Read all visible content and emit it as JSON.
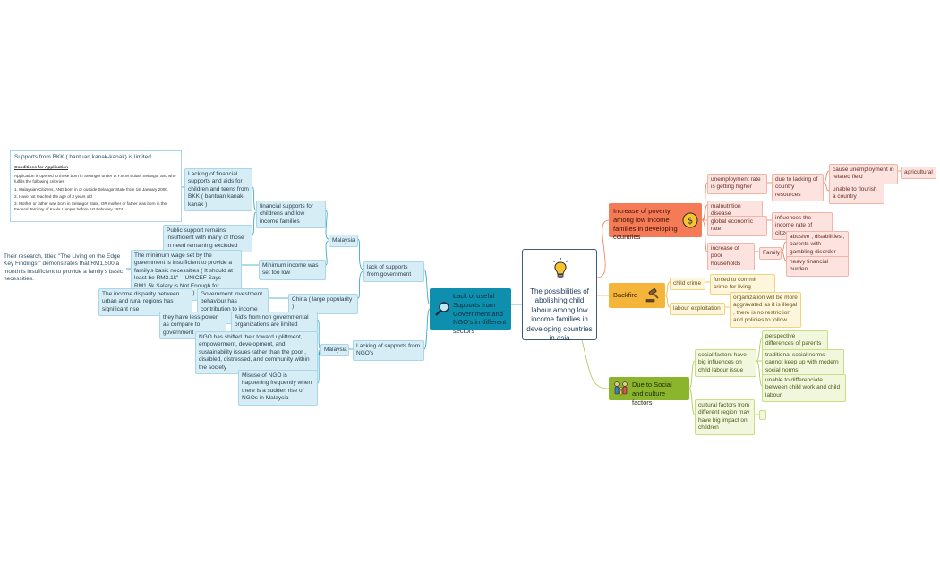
{
  "central": {
    "title": "The possibilities of abolishing child labour among low income families in developing countries in asia",
    "icon": "lightbulb-icon"
  },
  "branches": {
    "lack_support": {
      "title": "Lack of useful Supports from Government and NGO's in different sectors",
      "icon": "magnifier-icon",
      "gov": {
        "label": "lack of supports from government",
        "malaysia": "Malaysia",
        "financial": "financial supports for childrens and low income families",
        "lacking_aids": "Lacking of financial supports and aids for children and teens from BKK ( bantuan kanak-kanak )",
        "public_support": "Public support remains insufficient with many of those in need remaining excluded",
        "bkk": {
          "title": "Supports from BKK ( bantuan kanak-kanak) is limited",
          "heading": "Conditions for Application",
          "intro": "Application is opened to those born in Selangor under D.Y.M.M Sultan Selangor and who fulfills the following criteries",
          "c1": "1. Malaysian Citizens, AND born in or outside Selangor State from 1st January 2000.",
          "c2": "2. Have not reached the age of 3 years old",
          "c3": "3. Mother or father was born in Selangor State, OR mother or father was born in the Federal Territory of Kuala Lumpur before 1st February 1974."
        },
        "min_income": "Minimum income was set too low",
        "min_wage": "The minimum wage set by the government is insufficient to provide a family's basic necessities ( It should at least be RM2.1k\" – UNICEF Says RM1.5k Salary is Not Enough for Struggling Malaysians )",
        "research": "Their research, titled \"The Living on the Edge Key Findings,\" demonstrates that RM1,500 a month is insufficient to provide a family's basic necessities.",
        "china": "China ( large popularity )",
        "gov_invest": "Government investment behaviour has contribution to income inequality",
        "disparity": "The income disparity between urban and rural regions has significant rise"
      },
      "ngo": {
        "label": "Lacking of supports from NGO's",
        "malaysia": "Malaysia",
        "aids": "Aid's from non governmental organizations  are limited",
        "less_power": "they have less power as compare to government",
        "shifted": "NGO has shifted their toward upliftment, empowerment, development, and sustainability issues rather than the poor , disabled, distressed, and community within the society",
        "misuse": "Misuse of NGO is happening frequently when there is a sudden rise of NGOs in Malaysia"
      }
    },
    "poverty": {
      "title": "Increase of poverty among low income families in developing countries",
      "icon": "dollar-coin-icon",
      "unemployment": "unemployment rate is getting higher",
      "due_lacking": "due to lacking  of country resources",
      "cause_unemp": "cause unemployment in related field",
      "agricultural": "agricultural",
      "unable_flourish": "unable to flourish a country",
      "malnutrition": "malnutrition disease",
      "global_econ": "global economic rate",
      "influences": "influences the income rate of citizen",
      "poor_households": "increase of poor households",
      "family": "Family",
      "abusive": "abusive , disabilities , parents with gambling disorder",
      "heavy": "heavy financial burden"
    },
    "backfire": {
      "title": "Backfire",
      "icon": "gavel-icon",
      "child_crime": "child crime",
      "forced": "forced to commit crime for living",
      "labour_exp": "labour exploitation",
      "org_aggravated": "organization will be more aggravated as it is illegal , there is no restriction and policies to follow"
    },
    "social": {
      "title": "Due to Social and culture factors",
      "icon": "family-icon",
      "social_factors": "social factors have big influences on child labour issue",
      "perspective": "perspective differences of parents",
      "traditional": "traditional social norms cannot keep up with modern social norms",
      "unable_diff": "unable to differenciate between child work and child labour",
      "cultural": "cultural factors from different region may have big impact on children",
      "empty": ""
    }
  },
  "colors": {
    "blue_main": "#0f8fae",
    "poverty": "#f47b55",
    "backfire": "#f5b53a",
    "social": "#8cb52e"
  }
}
